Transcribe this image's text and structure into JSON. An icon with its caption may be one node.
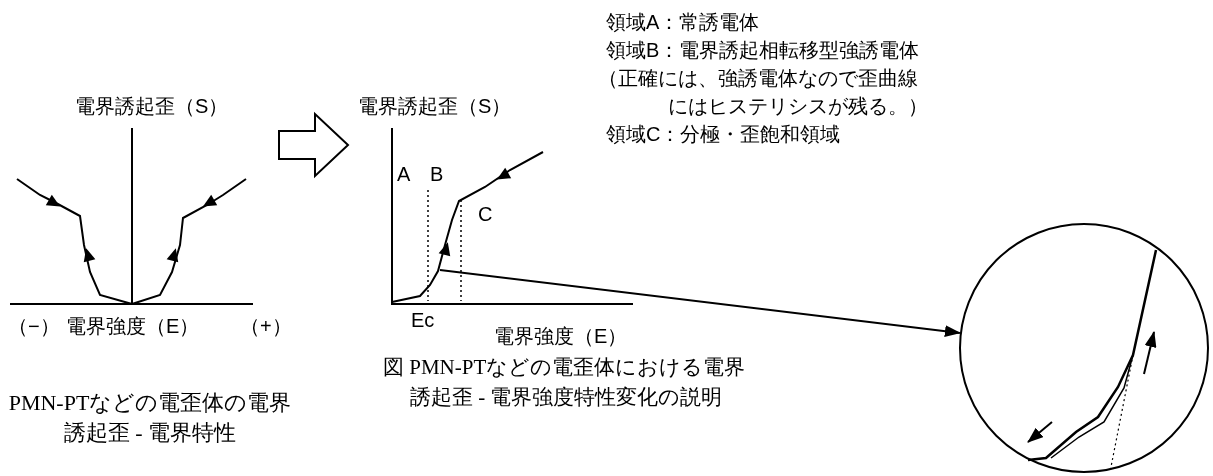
{
  "diagram": {
    "caption": "図 PMN-PTなどの電歪体における電界誘起歪 - 電界強度特性変化の説明",
    "nodes": [
      {
        "text": [],
        "shape": "curve"
      },
      {
        "text": [],
        "shape": "circle"
      }
    ],
    "edges": [
      {
        "from": 0,
        "to": 1,
        "arrow": "to"
      }
    ],
    "labels": [
      "領域A：常誘電体",
      "領域B：電界誘起相転移型強誘電体",
      "電界誘起歪（S）",
      "電界誘起歪（S）",
      "（正確には、強誘電体なので歪曲線にはヒステリシスが残る。）",
      "領域C：分極・歪飽和領域",
      "A",
      "B",
      "C",
      "（−）",
      "電界強度（E）",
      "（+）",
      "Ec",
      "電界強度（E）",
      "PMN-PTなどの電歪体の電界誘起歪 - 電界特性"
    ]
  }
}
